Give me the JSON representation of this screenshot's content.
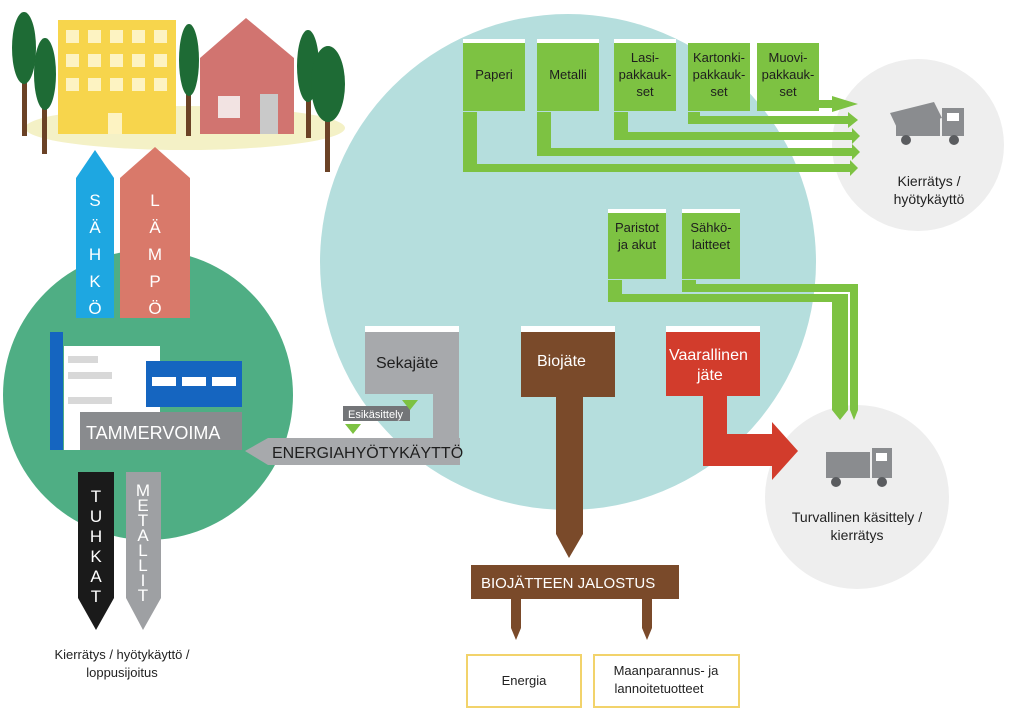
{
  "top_recycling_bins": [
    {
      "lines": [
        "Paperi"
      ]
    },
    {
      "lines": [
        "Metalli"
      ]
    },
    {
      "lines": [
        "Lasi-",
        "pakkauk-",
        "set"
      ]
    },
    {
      "lines": [
        "Kartonki-",
        "pakkauk-",
        "set"
      ]
    },
    {
      "lines": [
        "Muovi-",
        "pakkauk-",
        "set"
      ]
    }
  ],
  "special_bins": [
    {
      "lines": [
        "Paristot",
        "ja akut"
      ]
    },
    {
      "lines": [
        "Sähkö-",
        "laitteet"
      ]
    }
  ],
  "recycling_destination": {
    "lines": [
      "Kierrätys /",
      "hyötykäyttö"
    ]
  },
  "safe_handling_destination": {
    "lines": [
      "Turvallinen käsittely /",
      "kierrätys"
    ]
  },
  "mixed_waste": {
    "label": "Sekajäte",
    "pretreatment": "Esikäsittely"
  },
  "bio_waste": {
    "label": "Biojäte"
  },
  "hazardous_waste": {
    "lines": [
      "Vaarallinen",
      "jäte"
    ]
  },
  "energy_recovery": {
    "label": "ENERGIAHYÖTYKÄYTTÖ"
  },
  "plant": {
    "label": "TAMMERVOIMA"
  },
  "outputs_up": [
    {
      "letters": [
        "S",
        "Ä",
        "H",
        "K",
        "Ö"
      ],
      "color": "#1ea7e1"
    },
    {
      "letters": [
        "L",
        "Ä",
        "M",
        "P",
        "Ö"
      ],
      "color": "#d9796a"
    }
  ],
  "outputs_down": [
    {
      "letters": [
        "T",
        "U",
        "H",
        "K",
        "A",
        "T"
      ],
      "color": "#1a1a1a"
    },
    {
      "letters": [
        "M",
        "E",
        "T",
        "A",
        "L",
        "L",
        "I",
        "T"
      ],
      "color": "#9ea0a3"
    }
  ],
  "ash_destination": {
    "lines": [
      "Kierrätys / hyötykäyttö /",
      "loppusijoitus"
    ]
  },
  "bio_processing": {
    "label": "BIOJÄTTEEN JALOSTUS"
  },
  "bio_products": [
    {
      "lines": [
        "Energia"
      ]
    },
    {
      "lines": [
        "Maanparannus- ja",
        "lannoitetuotteet"
      ]
    }
  ],
  "colors": {
    "green": "#7dc242",
    "big_circle": "#b5dedd",
    "plant_circle": "#4fae84",
    "grey_circle": "#eeeeee",
    "brown": "#7a4a2a",
    "red": "#d23c2c",
    "grey": "#a7a9ac",
    "yellow_outline": "#f2d36b"
  }
}
